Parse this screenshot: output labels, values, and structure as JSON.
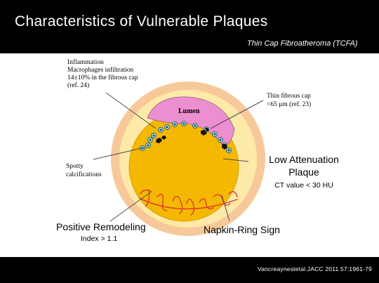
{
  "slide": {
    "title": "Characteristics of Vulnerable Plaques",
    "subtitle": "Thin Cap Fibroatheroma (TCFA)",
    "citation": "Vancreaynestetal.JACC 2011.57:1961-79"
  },
  "labels": {
    "inflammation": [
      "Inflammation",
      "Macrophages infiltration",
      "14±10% in the fibrous cap",
      "(ref. 24)"
    ],
    "thin_cap": [
      "Thin fibrous cap",
      "<65 μm (ref. 23)"
    ],
    "lumen": "Lumen",
    "spotty": [
      "Spotty",
      "calcifications"
    ],
    "low_att": [
      "Low Attenuation",
      "Plaque"
    ],
    "ct_value": "CT value < 30 HU",
    "positive_remodeling": "Positive Remodeling",
    "index": "Index > 1.1",
    "napkin_ring": "Napkin-Ring Sign"
  },
  "colors": {
    "outer_ring": "#f7c99a",
    "middle_ring": "#fde9a8",
    "plaque_core": "#f5b800",
    "lumen": "#ec8fd0",
    "macrophage": "#8fd0d8",
    "vessels": "#e03030"
  }
}
